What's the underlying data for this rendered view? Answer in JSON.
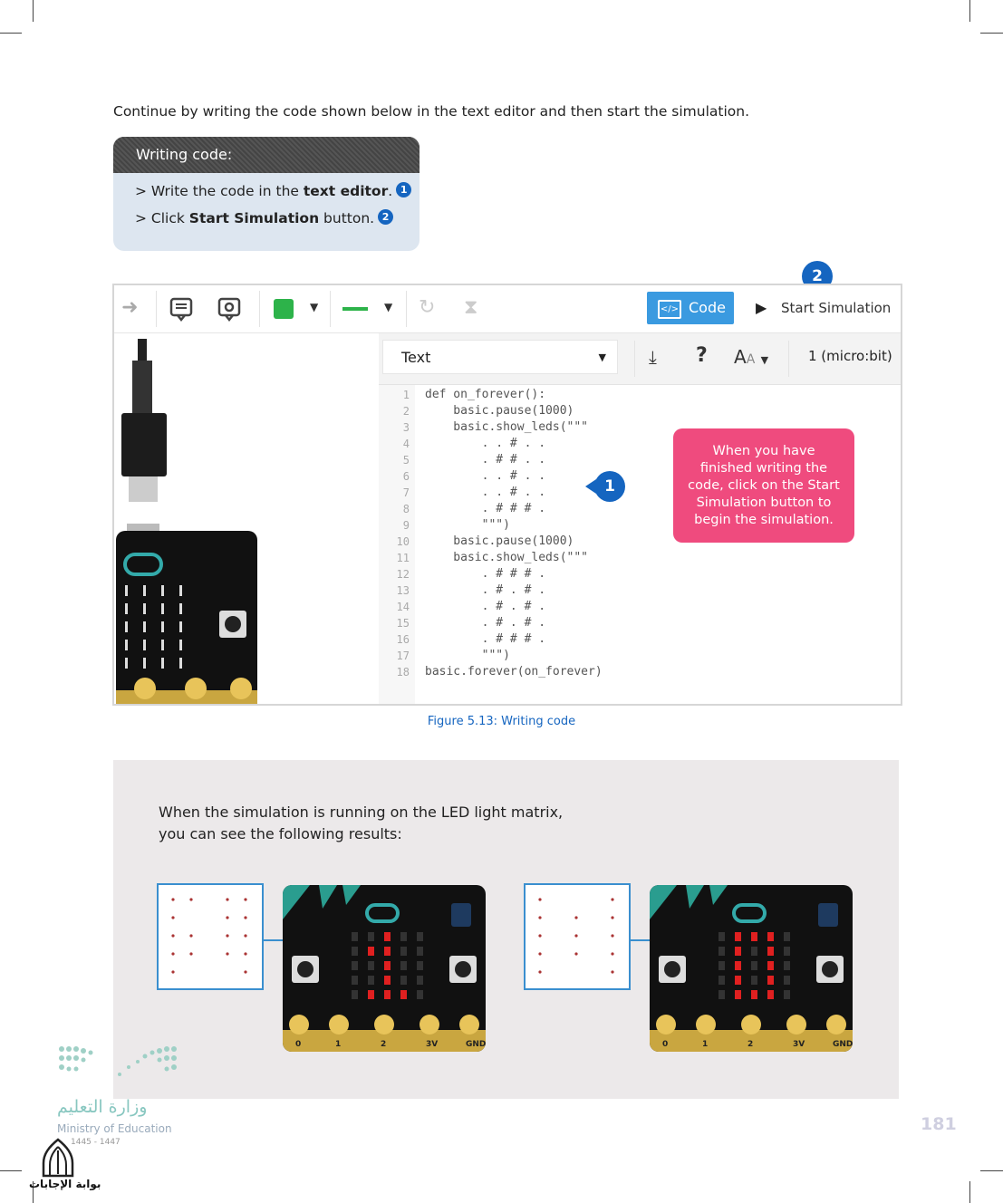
{
  "intro": "Continue by writing the code shown below in the text editor and then start the simulation.",
  "writing_code": {
    "title": "Writing code:",
    "step1_prefix": "> Write the code in the ",
    "step1_bold": "text editor",
    "step1_suffix": ".",
    "step1_badge": "1",
    "step2_prefix": "> Click ",
    "step2_bold": "Start Simulation",
    "step2_suffix": " button.",
    "step2_badge": "2"
  },
  "screenshot": {
    "code_button": "Code",
    "start_simulation": "Start Simulation",
    "language_select": "Text",
    "device_select": "1 (micro:bit)",
    "marker1": "1",
    "marker2": "2",
    "callout": "When you have finished writing the code, click on the Start Simulation button to begin the simulation.",
    "line_numbers": [
      "1",
      "2",
      "3",
      "4",
      "5",
      "6",
      "7",
      "8",
      "9",
      "10",
      "11",
      "12",
      "13",
      "14",
      "15",
      "16",
      "17",
      "18"
    ],
    "code_lines": [
      "def on_forever():",
      "    basic.pause(1000)",
      "    basic.show_leds(\"\"\"",
      "        . . # . .",
      "        . # # . .",
      "        . . # . .",
      "        . . # . .",
      "        . # # # .",
      "        \"\"\")",
      "    basic.pause(1000)",
      "    basic.show_leds(\"\"\"",
      "        . # # # .",
      "        . # . # .",
      "        . # . # .",
      "        . # . # .",
      "        . # # # .",
      "        \"\"\")",
      "basic.forever(on_forever)"
    ],
    "colors": {
      "code_button": "#3a9ae0",
      "callout": "#ef4b7e",
      "marker": "#1565c0",
      "green_block": "#2db34a"
    }
  },
  "figure_caption": "Figure 5.13: Writing code",
  "results": {
    "line1": "When the simulation is running on the LED light matrix,",
    "line2": "you can see the following results:",
    "pins": [
      "0",
      "1",
      "2",
      "3V",
      "GND"
    ]
  },
  "footer": {
    "ministry_ar": "وزارة التعليم",
    "ministry_en": "Ministry of Education",
    "year": "1445 - 1447",
    "page_number": "181",
    "portal": "بوابة الإجابات"
  }
}
